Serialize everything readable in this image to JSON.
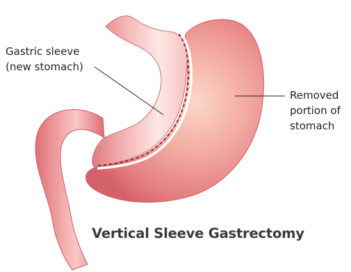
{
  "labels": {
    "gastric_sleeve_line1": "Gastric sleeve",
    "gastric_sleeve_line2": "(new stomach)",
    "removed_line1": "Removed",
    "removed_line2": "portion of",
    "removed_line3": "stomach"
  },
  "title": "Vertical Sleeve Gastrectomy",
  "colors": {
    "tissue_light": "#f6c3be",
    "tissue_mid": "#ec8e8b",
    "tissue_dark": "#d45a5f",
    "staples": "#7a1f2b",
    "text": "#231f20"
  }
}
